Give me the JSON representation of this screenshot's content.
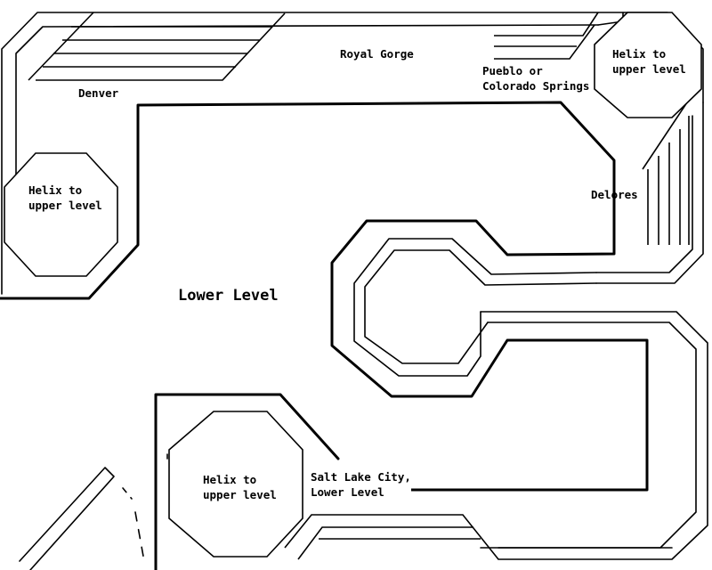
{
  "diagram": {
    "title": "Lower Level",
    "labels": {
      "denver": "Denver",
      "royal_gorge": "Royal Gorge",
      "pueblo": "Pueblo or\nColorado Springs",
      "delores": "Delores",
      "salt_lake_city": "Salt Lake City,\nLower Level"
    },
    "helixes": {
      "left": "Helix to\nupper level",
      "top_right": "Helix to\nupper level",
      "bottom": "Helix to\nupper level"
    }
  }
}
